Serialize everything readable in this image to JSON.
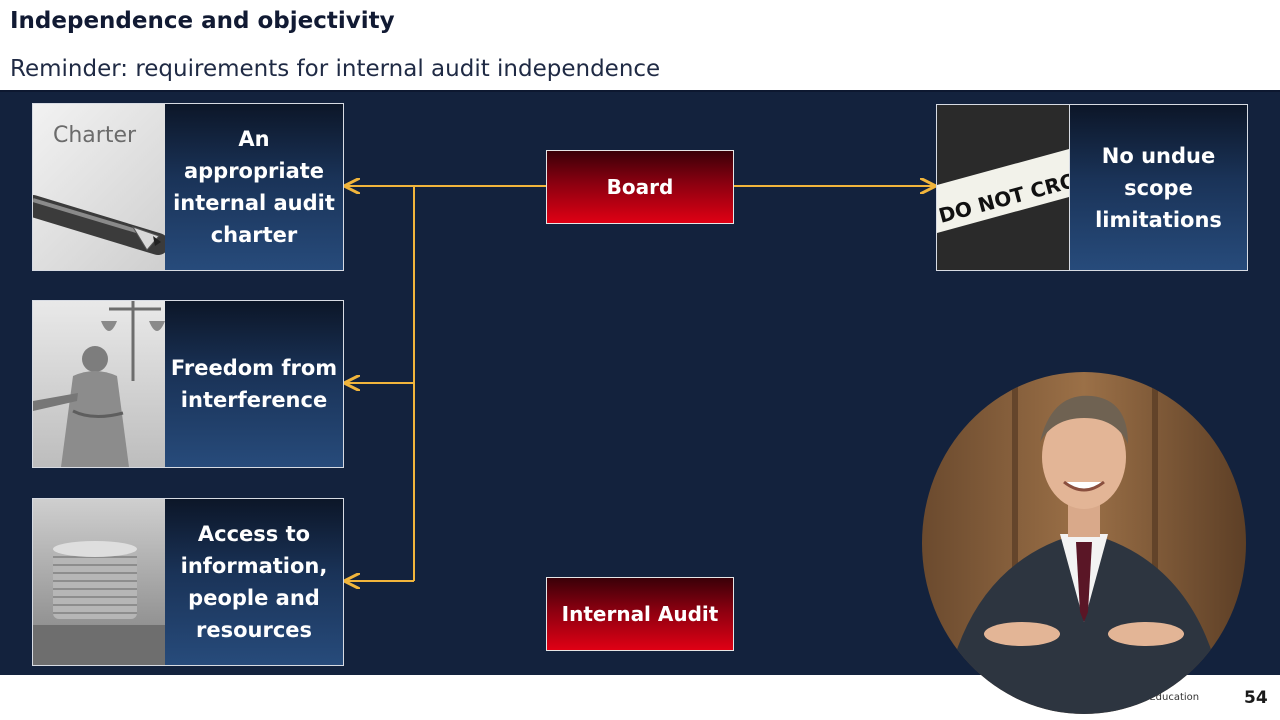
{
  "slide": {
    "title": "Independence and objectivity",
    "subtitle": "Reminder: requirements for internal audit independence",
    "page_number": "54",
    "footer_brand": "e Education"
  },
  "left_cards": [
    {
      "label": "An appropriate internal audit charter",
      "image": "pen-on-charter-document",
      "image_caption": "Charter"
    },
    {
      "label": "Freedom from interference",
      "image": "lady-justice-statue"
    },
    {
      "label": "Access to information, people and resources",
      "image": "stack-of-coins"
    }
  ],
  "right_card": {
    "label": "No undue scope limitations",
    "image": "police-tape",
    "image_caption": "DO NOT CROSS"
  },
  "boxes": {
    "board": "Board",
    "internal_audit": "Internal Audit"
  },
  "colors": {
    "connector": "#f1b53c",
    "panel": "#13223d",
    "red_box": "#e00014",
    "card_blue": "#274b7b"
  },
  "presenter": {
    "image": "presenter-video-overlay"
  }
}
